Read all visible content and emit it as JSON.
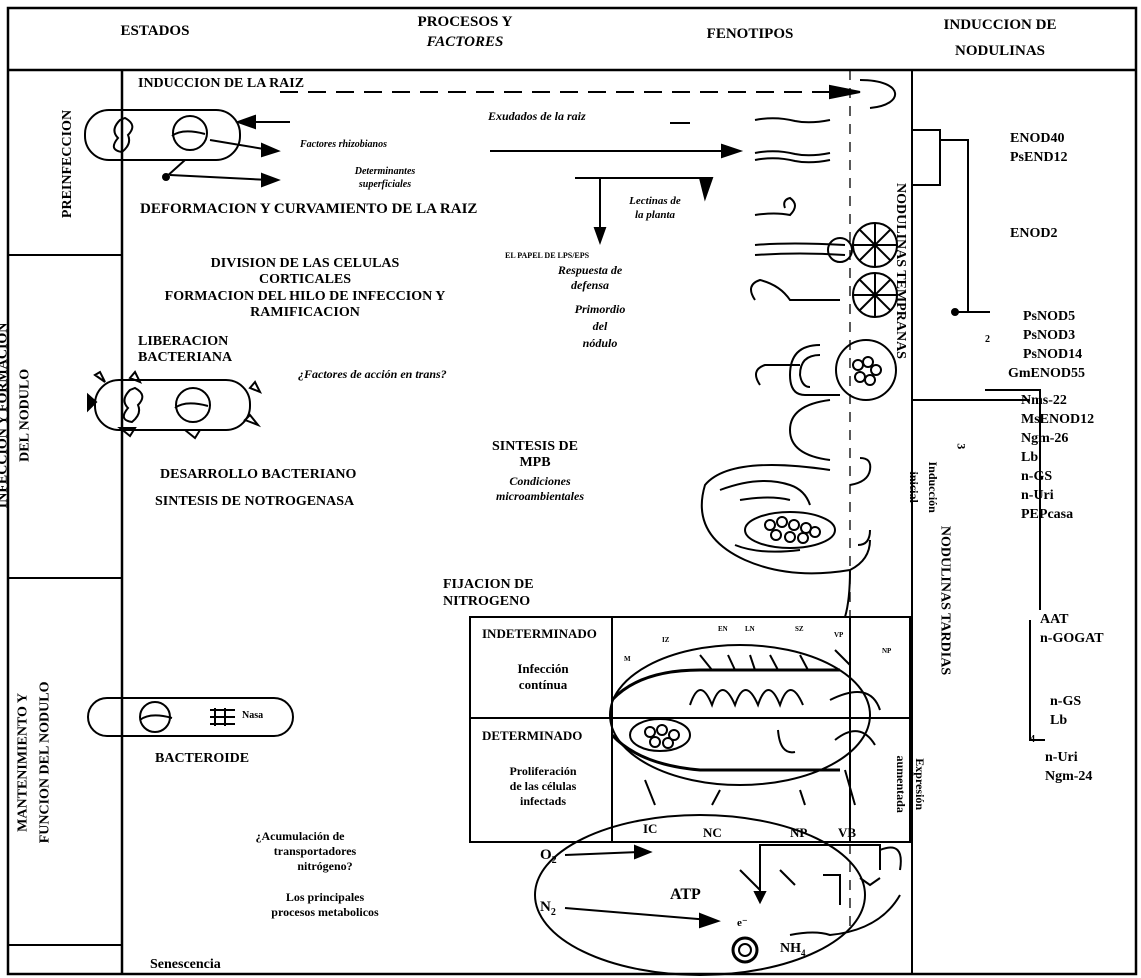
{
  "header": {
    "estados": "ESTADOS",
    "procesos_line1": "PROCESOS Y",
    "procesos_line2": "FACTORES",
    "fenotipos": "FENOTIPOS",
    "induccion_line1": "INDUCCION DE",
    "induccion_line2": "NODULINAS"
  },
  "stages": {
    "preinfeccion": "PREINFECCION",
    "infeccion_line1": "INFECCION  Y  FORMACION",
    "infeccion_line2": "DEL NODULO",
    "mantenimiento_line1": "MANTENIMIENTO Y",
    "mantenimiento_line2": "FUNCION DEL NODULO"
  },
  "processes": {
    "induccion_raiz": "INDUCCION DE LA RAIZ",
    "factores_rhizobianos": "Factores rhizobianos",
    "determinantes_1": "Determinantes",
    "determinantes_2": "superficiales",
    "exudados": "Exudados de la raiz",
    "lectinas_1": "Lectinas de",
    "lectinas_2": "la planta",
    "deformacion": "DEFORMACION Y CURVAMIENTO DE LA RAIZ",
    "division_1": "DIVISION DE LAS CELULAS",
    "division_2": "CORTICALES",
    "formacion_1": "FORMACION DEL HILO DE INFECCION Y",
    "formacion_2": "RAMIFICACION",
    "papel_eps": "EL PAPEL DE LPS/EPS",
    "respuesta_1": "Respuesta de",
    "respuesta_2": "defensa",
    "primordio_1": "Primordio",
    "primordio_2": "del",
    "primordio_3": "nódulo",
    "liberacion_1": "LIBERACION",
    "liberacion_2": "BACTERIANA",
    "factores_trans": "¿Factores de acción en trans?",
    "desarrollo": "DESARROLLO BACTERIANO",
    "sintesis_nitro": "SINTESIS DE NOTROGENASA",
    "sintesis_mpb_1": "SINTESIS DE",
    "sintesis_mpb_2": "MPB",
    "condiciones_1": "Condiciones",
    "condiciones_2": "microambientales",
    "fijacion_1": "FIJACION DE",
    "fijacion_2": "NITROGENO",
    "bacteroide": "BACTEROIDE",
    "nasa": "Nasa",
    "acumulacion_1": "¿Acumulación de",
    "acumulacion_2": "transportadores",
    "acumulacion_3": "nitrógeno?",
    "principales_1": "Los principales",
    "principales_2": "procesos metabolicos",
    "senescencia": "Senescencia"
  },
  "nodule_types": {
    "indeterminado": "INDETERMINADO",
    "infeccion_continua_1": "Infección",
    "infeccion_continua_2": "contínua",
    "determinado": "DETERMINADO",
    "proliferacion_1": "Proliferación",
    "proliferacion_2": "de  las células",
    "proliferacion_3": "infectads",
    "zones_top": [
      "M",
      "IZ",
      "EN",
      "LN",
      "SZ",
      "VP",
      "NP"
    ],
    "zones_bottom": [
      "IC",
      "NC",
      "NP",
      "VB"
    ]
  },
  "metabolism": {
    "o2": "O",
    "o2_sub": "2",
    "n2": "N",
    "n2_sub": "2",
    "atp": "ATP",
    "electron": "e⁻",
    "nh": "NH",
    "nh_sub": "4"
  },
  "nodulins": {
    "tempranas": "NODULINAS TEMPRANAS",
    "tardias": "NODULINAS TARDIAS",
    "induccion_inicial_1": "Inducción",
    "induccion_inicial_2": "inicial",
    "expresion_1": "Expresión",
    "expresion_2": "aumentada",
    "marker_2": "2",
    "marker_3": "3",
    "marker_4": "4",
    "group1": [
      "ENOD40",
      "PsEND12"
    ],
    "group2": [
      "ENOD2"
    ],
    "group3": [
      "PsNOD5",
      "PsNOD3",
      "PsNOD14",
      "GmENOD55"
    ],
    "group4": [
      "Nms-22",
      "MsENOD12",
      "Ngm-26",
      "Lb",
      "n-GS",
      "n-Uri",
      "PEPcasa"
    ],
    "group5": [
      "AAT",
      "n-GOGAT"
    ],
    "group6": [
      "n-GS",
      "Lb"
    ],
    "group7": [
      "n-Uri",
      "Ngm-24"
    ]
  }
}
